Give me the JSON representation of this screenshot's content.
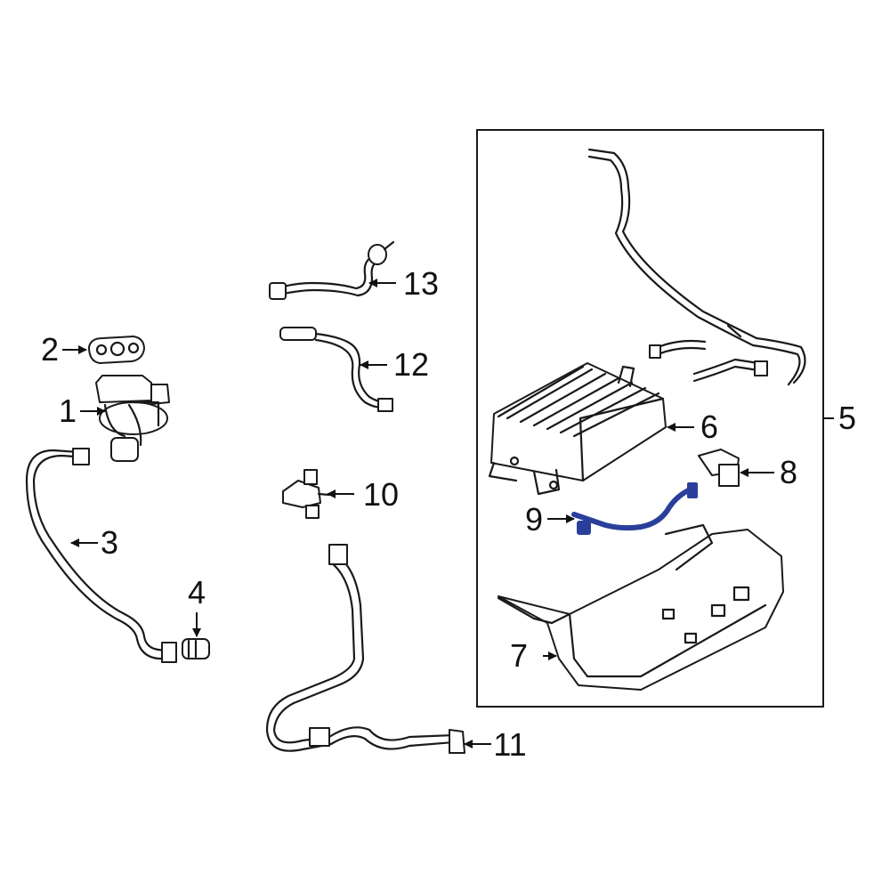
{
  "colors": {
    "line": "#1a1a1a",
    "highlight": "#2a3f9b",
    "background": "#ffffff"
  },
  "callouts": {
    "c1": "1",
    "c2": "2",
    "c3": "3",
    "c4": "4",
    "c5": "5",
    "c6": "6",
    "c7": "7",
    "c8": "8",
    "c9": "9",
    "c10": "10",
    "c11": "11",
    "c12": "12",
    "c13": "13"
  },
  "highlighted_part": "9"
}
